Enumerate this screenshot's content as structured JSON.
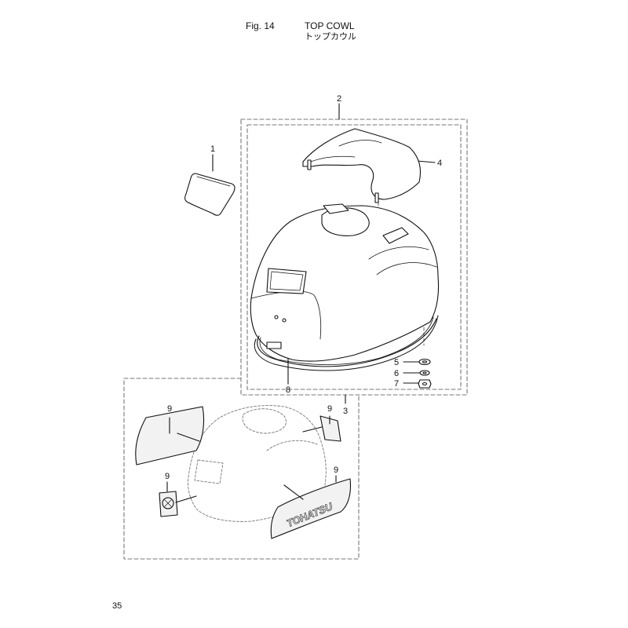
{
  "header": {
    "fig_label": "Fig. 14",
    "title": "TOP COWL",
    "subtitle": "トップカウル"
  },
  "page_number": "35",
  "callouts": [
    {
      "id": "c1",
      "label": "1"
    },
    {
      "id": "c2",
      "label": "2"
    },
    {
      "id": "c3",
      "label": "3"
    },
    {
      "id": "c4",
      "label": "4"
    },
    {
      "id": "c5",
      "label": "5"
    },
    {
      "id": "c6",
      "label": "6"
    },
    {
      "id": "c7",
      "label": "7"
    },
    {
      "id": "c8",
      "label": "8"
    },
    {
      "id": "c9a",
      "label": "9"
    },
    {
      "id": "c9b",
      "label": "9"
    },
    {
      "id": "c9c",
      "label": "9"
    },
    {
      "id": "c9d",
      "label": "9"
    }
  ],
  "decal_text": "TOHATSU",
  "colors": {
    "line": "#111111",
    "dash": "#777777",
    "fill": "#ffffff",
    "decal": "#f2f2f2"
  }
}
